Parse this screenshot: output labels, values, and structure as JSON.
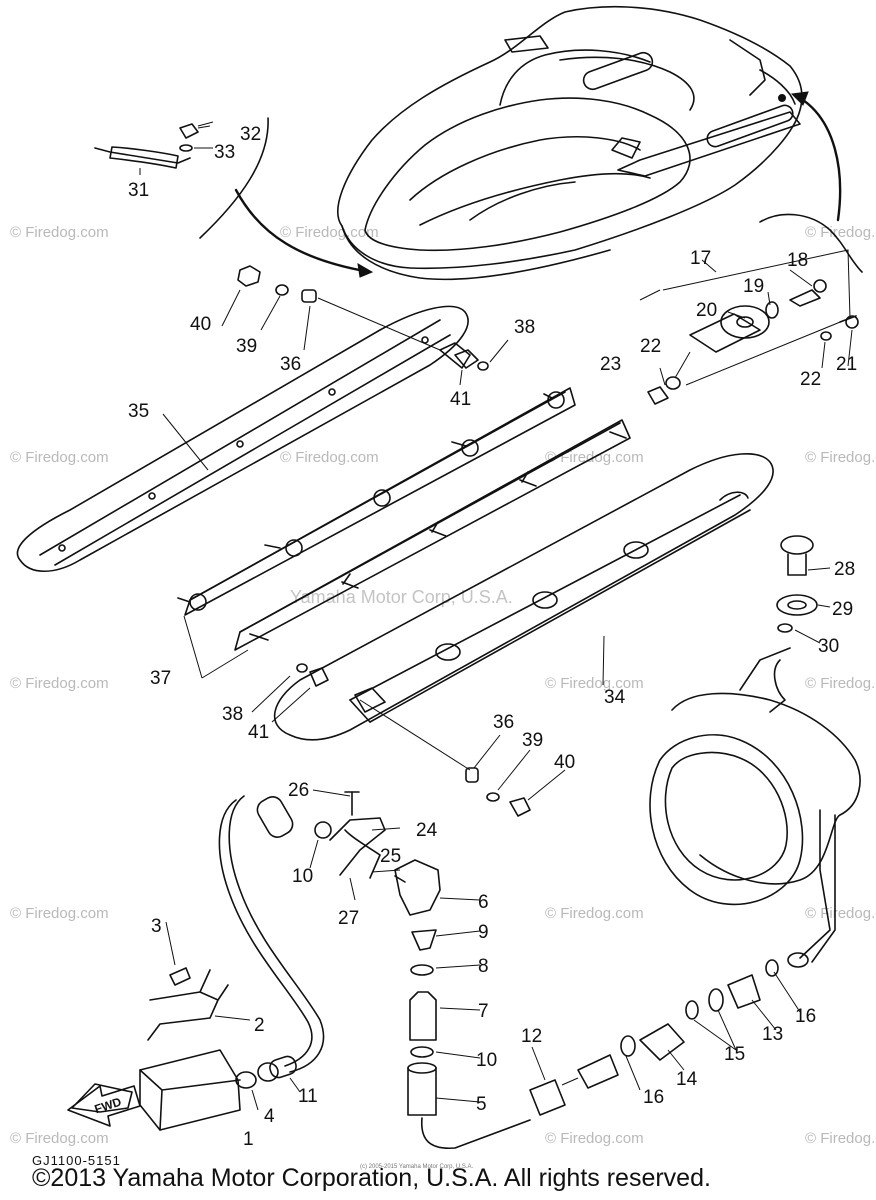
{
  "watermark": {
    "text": "© Firedog.com",
    "center_text": "Yamaha Motor Corp, U.S.A."
  },
  "diagram": {
    "code": "GJ1100-5151",
    "fwd_label": "FWD",
    "fine_print": "(c) 2005-2015 Yamaha Motor Corp, U.S.A.",
    "copyright": "©2013 Yamaha Motor Corporation, U.S.A. All rights reserved."
  },
  "callouts": {
    "c1": "1",
    "c2": "2",
    "c3": "3",
    "c4": "4",
    "c5": "5",
    "c6": "6",
    "c7": "7",
    "c8": "8",
    "c9": "9",
    "c10a": "10",
    "c10b": "10",
    "c11": "11",
    "c12": "12",
    "c13": "13",
    "c14": "14",
    "c15": "15",
    "c16a": "16",
    "c16b": "16",
    "c17": "17",
    "c18": "18",
    "c19": "19",
    "c20": "20",
    "c21": "21",
    "c22a": "22",
    "c22b": "22",
    "c23": "23",
    "c24": "24",
    "c25": "25",
    "c26": "26",
    "c27": "27",
    "c28": "28",
    "c29": "29",
    "c30": "30",
    "c31": "31",
    "c32": "32",
    "c33": "33",
    "c34": "34",
    "c35": "35",
    "c36a": "36",
    "c36b": "36",
    "c37": "37",
    "c38a": "38",
    "c38b": "38",
    "c39a": "39",
    "c39b": "39",
    "c40a": "40",
    "c40b": "40",
    "c41a": "41",
    "c41b": "41"
  }
}
